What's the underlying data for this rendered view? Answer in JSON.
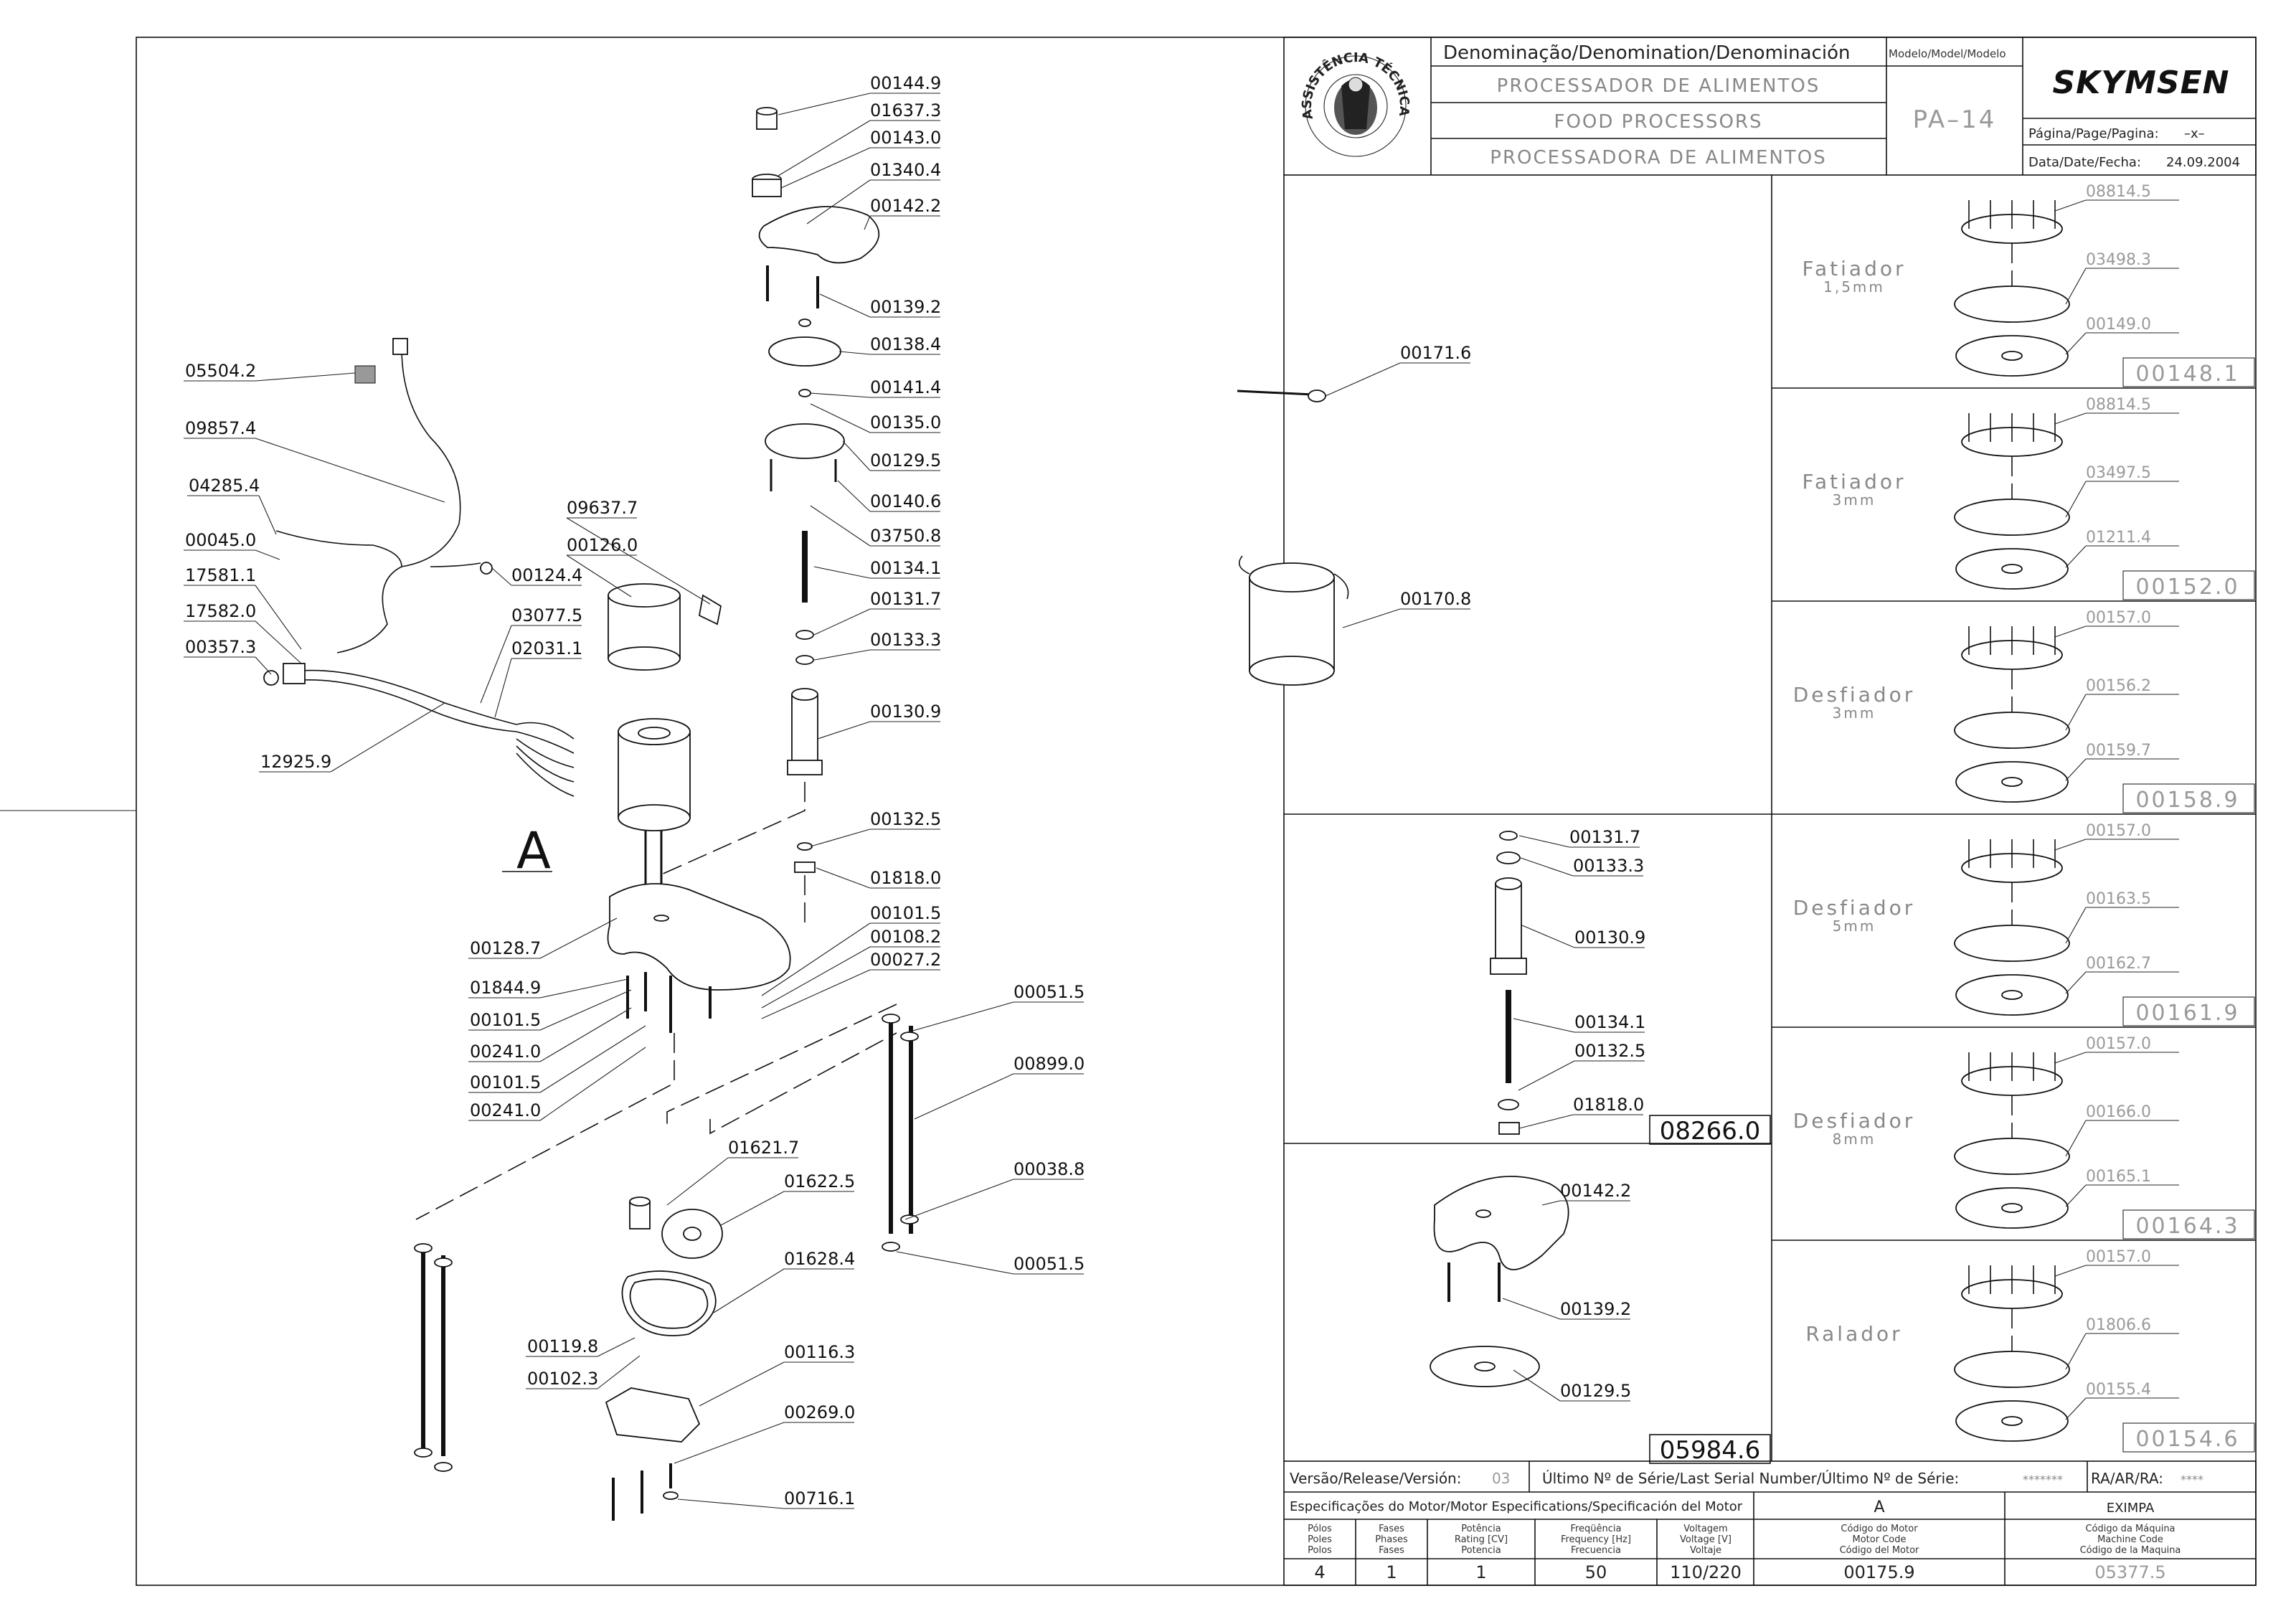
{
  "title_block": {
    "denomination_header": "Denominação/Denomination/Denominación",
    "names": [
      "PROCESSADOR DE ALIMENTOS",
      "FOOD PROCESSORS",
      "PROCESSADORA DE ALIMENTOS"
    ],
    "model_header": "Modelo/Model/Modelo",
    "model": "PA–14",
    "brand": "SKYMSEN",
    "page_label": "Página/Page/Pagina:",
    "page_value": "–x–",
    "date_label": "Data/Date/Fecha:",
    "date_value": "24.09.2004",
    "seal_text": "ASSISTÊNCIA TÉCNICA AUTORIZADA"
  },
  "main_parts": [
    "00144.9",
    "01637.3",
    "00143.0",
    "01340.4",
    "00142.2",
    "00139.2",
    "00138.4",
    "00141.4",
    "00135.0",
    "00129.5",
    "00140.6",
    "03750.8",
    "00134.1",
    "00131.7",
    "00133.3",
    "00130.9",
    "00132.5",
    "01818.0",
    "00101.5",
    "00108.2",
    "00027.2",
    "00051.5",
    "00899.0",
    "00038.8",
    "00051.5",
    "01621.7",
    "01622.5",
    "01628.4",
    "00119.8",
    "00102.3",
    "00116.3",
    "00269.0",
    "00716.1",
    "05504.2",
    "09857.4",
    "04285.4",
    "00045.0",
    "17581.1",
    "17582.0",
    "00357.3",
    "12925.9",
    "00124.4",
    "09637.7",
    "00126.0",
    "03077.5",
    "02031.1",
    "00128.7",
    "01844.9",
    "00101.5",
    "00241.0",
    "00101.5",
    "00241.0"
  ],
  "motor_ref": "A",
  "extra_parts": [
    "00171.6",
    "00170.8"
  ],
  "kits": [
    {
      "code": "08266.0",
      "parts": [
        "00131.7",
        "00133.3",
        "00130.9",
        "00134.1",
        "00132.5",
        "01818.0"
      ]
    },
    {
      "code": "05984.6",
      "parts": [
        "00142.2",
        "00139.2",
        "00129.5"
      ]
    }
  ],
  "discs": [
    {
      "title": "Fatiador",
      "size": "1,5mm",
      "code": "00148.1",
      "parts": [
        "08814.5",
        "03498.3",
        "00149.0"
      ]
    },
    {
      "title": "Fatiador",
      "size": "3mm",
      "code": "00152.0",
      "parts": [
        "08814.5",
        "03497.5",
        "01211.4"
      ]
    },
    {
      "title": "Desfiador",
      "size": "3mm",
      "code": "00158.9",
      "parts": [
        "00157.0",
        "00156.2",
        "00159.7"
      ]
    },
    {
      "title": "Desfiador",
      "size": "5mm",
      "code": "00161.9",
      "parts": [
        "00157.0",
        "00163.5",
        "00162.7"
      ]
    },
    {
      "title": "Desfiador",
      "size": "8mm",
      "code": "00164.3",
      "parts": [
        "00157.0",
        "00166.0",
        "00165.1"
      ]
    },
    {
      "title": "Ralador",
      "size": "",
      "code": "00154.6",
      "parts": [
        "00157.0",
        "01806.6",
        "00155.4"
      ]
    }
  ],
  "footer": {
    "release_label": "Versão/Release/Versión:",
    "release_value": "03",
    "serial_label": "Último Nº de Série/Last Serial Number/Último Nº de Série:",
    "serial_value": "*******",
    "ra_label": "RA/AR/RA:",
    "ra_value": "****",
    "motor_spec_label": "Especificações do Motor/Motor Especifications/Specificación del Motor",
    "motor_letter": "A",
    "manufacturer": "EXIMPA",
    "columns": [
      [
        "Pólos",
        "Poles",
        "Polos"
      ],
      [
        "Fases",
        "Phases",
        "Fases"
      ],
      [
        "Potência",
        "Rating [CV]",
        "Potencia"
      ],
      [
        "Freqüência",
        "Frequency [Hz]",
        "Frecuencia"
      ],
      [
        "Voltagem",
        "Voltage [V]",
        "Voltaje"
      ],
      [
        "Código do Motor",
        "Motor Code",
        "Código del Motor"
      ],
      [
        "Código da Máquina",
        "Machine Code",
        "Código de la Maquina"
      ]
    ],
    "values": [
      "4",
      "1",
      "1",
      "50",
      "110/220",
      "00175.9",
      "05377.5"
    ]
  }
}
